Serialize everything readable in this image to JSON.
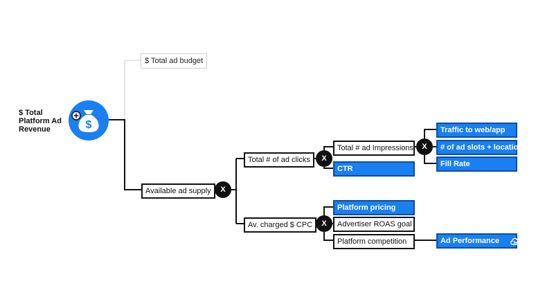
{
  "root": {
    "title_lines": [
      "$ Total",
      "Platform Ad",
      "Revenue"
    ],
    "icon": "money-bag-dollar-icon",
    "icon_color": "#1a7ff0"
  },
  "nodes": {
    "total_ad_budget": "$ Total ad budget",
    "available_ad_supply": "Available ad supply",
    "total_ad_clicks": "Total # of ad clicks",
    "av_charged_cpc": "Av. charged $ CPC",
    "total_ad_impressions": "Total # ad Impressions",
    "ctr": "CTR",
    "traffic": "Traffic to web/app",
    "ad_slots": "# of ad slots + location",
    "fill_rate": "Fill Rate",
    "platform_pricing": "Platform pricing",
    "advertiser_roas": "Advertiser ROAS goal",
    "platform_competition": "Platform competition",
    "ad_performance": "Ad Performance"
  },
  "operators": {
    "multiply": "X"
  },
  "colors": {
    "accent": "#1a7ff0",
    "line": "#111111",
    "faint_line": "#cfcfcf"
  },
  "icons": {
    "ad_performance": "cloud-m-icon"
  }
}
